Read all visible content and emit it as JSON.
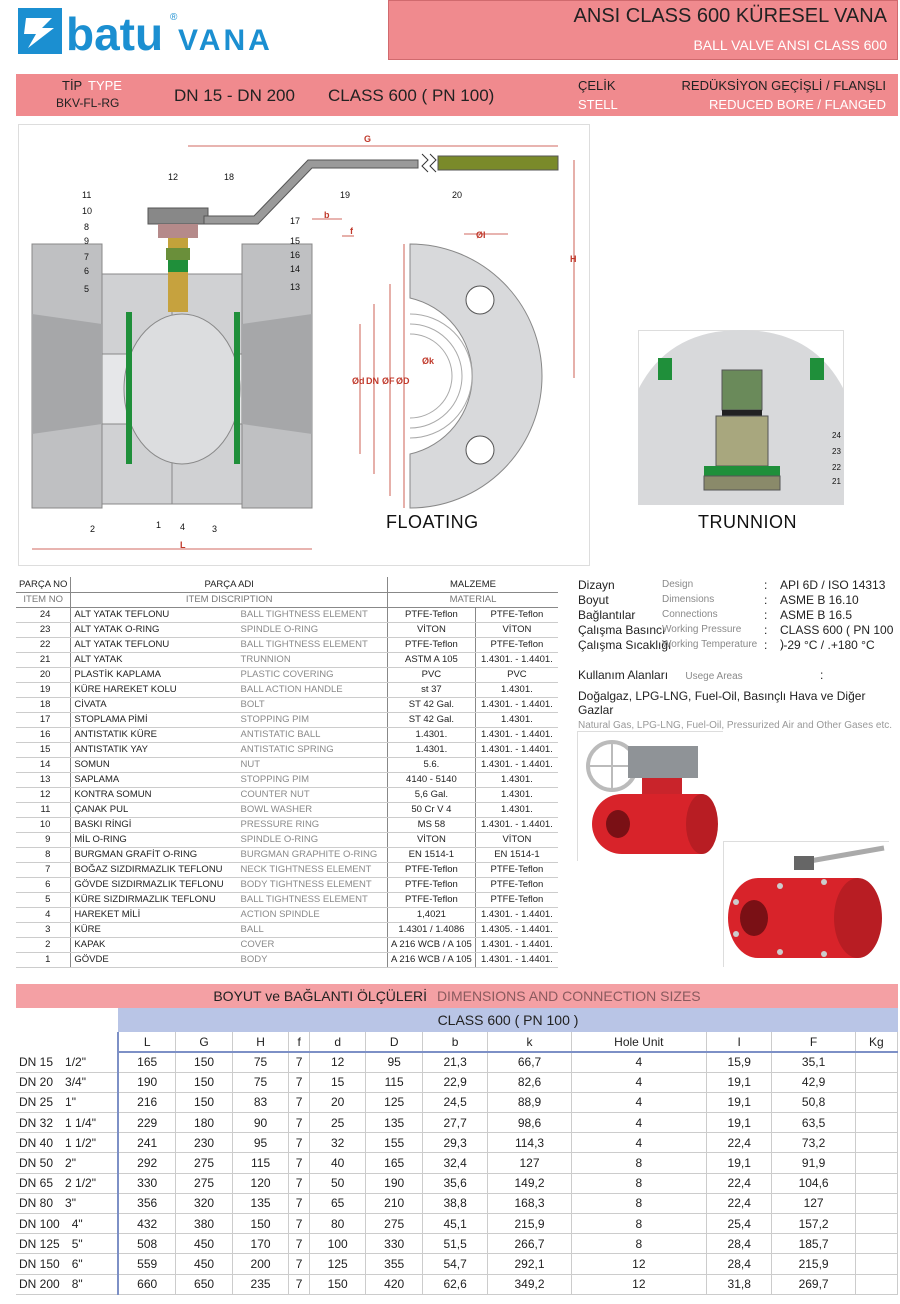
{
  "header": {
    "logo_batu": "batu",
    "logo_reg": "®",
    "logo_vana": "VANA",
    "title_tr": "ANSI CLASS 600 KÜRESEL VANA",
    "title_en": "BALL VALVE ANSI CLASS 600"
  },
  "spec": {
    "tip_label": "TİP",
    "tip_type": "TYPE",
    "code": "BKV-FL-RG",
    "dn_range": "DN 15 - DN 200",
    "class": "CLASS 600 ( PN 100)",
    "celik": "ÇELİK",
    "stell": "STELL",
    "bore_tr": "REDÜKSİYON GEÇİŞLİ  /  FLANŞLI",
    "bore_en": "REDUCED BORE  / FLANGED"
  },
  "drawing": {
    "floating_label": "FLOATING",
    "trunnion_label": "TRUNNION",
    "dim_G": "G",
    "dim_H": "H",
    "dim_L": "L",
    "dim_b": "b",
    "dim_f": "f",
    "dim_d": "Ød",
    "dim_DN": "DN",
    "dim_F": "ØF",
    "dim_D": "ØD",
    "dim_I": "ØI",
    "dim_k": "Øk",
    "callouts_left": [
      "11",
      "10",
      "8",
      "9",
      "7",
      "6",
      "5"
    ],
    "callouts_top": [
      "12",
      "18",
      "19",
      "20"
    ],
    "callouts_right": [
      "17",
      "15",
      "16",
      "14",
      "13"
    ],
    "callouts_bottom": [
      "2",
      "1",
      "4",
      "3"
    ],
    "callouts_trunnion": [
      "24",
      "23",
      "22",
      "21"
    ]
  },
  "parts": {
    "h_no": "PARÇA NO",
    "h_name": "PARÇA ADI",
    "h_mat": "MALZEME",
    "h_no_en": "ITEM NO",
    "h_name_en": "ITEM DISCRIPTION",
    "h_mat_en": "MATERIAL",
    "rows": [
      {
        "no": "24",
        "tr": "ALT YATAK TEFLONU",
        "en": "BALL TIGHTNESS ELEMENT",
        "m1": "PTFE-Teflon",
        "m2": "PTFE-Teflon"
      },
      {
        "no": "23",
        "tr": "ALT YATAK O-RING",
        "en": "SPINDLE O-RING",
        "m1": "VİTON",
        "m2": "VİTON"
      },
      {
        "no": "22",
        "tr": "ALT YATAK TEFLONU",
        "en": "BALL TIGHTNESS ELEMENT",
        "m1": "PTFE-Teflon",
        "m2": "PTFE-Teflon"
      },
      {
        "no": "21",
        "tr": "ALT YATAK",
        "en": "TRUNNION",
        "m1": "ASTM A 105",
        "m2": "1.4301. - 1.4401."
      },
      {
        "no": "20",
        "tr": "PLASTİK KAPLAMA",
        "en": "PLASTIC COVERING",
        "m1": "PVC",
        "m2": "PVC"
      },
      {
        "no": "19",
        "tr": "KÜRE HAREKET KOLU",
        "en": "BALL ACTION HANDLE",
        "m1": "st 37",
        "m2": "1.4301."
      },
      {
        "no": "18",
        "tr": "CİVATA",
        "en": "BOLT",
        "m1": "ST 42 Gal.",
        "m2": "1.4301. - 1.4401."
      },
      {
        "no": "17",
        "tr": "STOPLAMA PİMİ",
        "en": "STOPPING PIM",
        "m1": "ST 42 Gal.",
        "m2": "1.4301."
      },
      {
        "no": "16",
        "tr": "ANTISTATIK KÜRE",
        "en": "ANTISTATIC BALL",
        "m1": "1.4301.",
        "m2": "1.4301. - 1.4401."
      },
      {
        "no": "15",
        "tr": "ANTISTATIK YAY",
        "en": "ANTISTATIC SPRING",
        "m1": "1.4301.",
        "m2": "1.4301. - 1.4401."
      },
      {
        "no": "14",
        "tr": "SOMUN",
        "en": "NUT",
        "m1": "5.6.",
        "m2": "1.4301. - 1.4401."
      },
      {
        "no": "13",
        "tr": "SAPLAMA",
        "en": "STOPPING PIM",
        "m1": "4140 - 5140",
        "m2": "1.4301."
      },
      {
        "no": "12",
        "tr": "KONTRA SOMUN",
        "en": "COUNTER NUT",
        "m1": "5,6 Gal.",
        "m2": "1.4301."
      },
      {
        "no": "11",
        "tr": "ÇANAK PUL",
        "en": "BOWL WASHER",
        "m1": "50 Cr V 4",
        "m2": "1.4301."
      },
      {
        "no": "10",
        "tr": "BASKI RİNGİ",
        "en": "PRESSURE RING",
        "m1": "MS 58",
        "m2": "1.4301. - 1.4401."
      },
      {
        "no": "9",
        "tr": "MİL O-RING",
        "en": "SPINDLE O-RING",
        "m1": "VİTON",
        "m2": "VİTON"
      },
      {
        "no": "8",
        "tr": "BURGMAN GRAFİT O-RING",
        "en": "BURGMAN GRAPHITE O-RING",
        "m1": "EN 1514-1",
        "m2": "EN 1514-1"
      },
      {
        "no": "7",
        "tr": "BOĞAZ SIZDIRMAZLIK TEFLONU",
        "en": "NECK TIGHTNESS ELEMENT",
        "m1": "PTFE-Teflon",
        "m2": "PTFE-Teflon"
      },
      {
        "no": "6",
        "tr": "GÖVDE SIZDIRMAZLIK TEFLONU",
        "en": "BODY TIGHTNESS ELEMENT",
        "m1": "PTFE-Teflon",
        "m2": "PTFE-Teflon"
      },
      {
        "no": "5",
        "tr": "KÜRE SIZDIRMAZLIK TEFLONU",
        "en": "BALL TIGHTNESS ELEMENT",
        "m1": "PTFE-Teflon",
        "m2": "PTFE-Teflon"
      },
      {
        "no": "4",
        "tr": "HAREKET MİLİ",
        "en": "ACTION SPINDLE",
        "m1": "1,4021",
        "m2": "1.4301. - 1.4401."
      },
      {
        "no": "3",
        "tr": "KÜRE",
        "en": "BALL",
        "m1": "1.4301 / 1.4086",
        "m2": "1.4305. - 1.4401."
      },
      {
        "no": "2",
        "tr": "KAPAK",
        "en": "COVER",
        "m1": "A 216 WCB / A 105",
        "m2": "1.4301. - 1.4401."
      },
      {
        "no": "1",
        "tr": "GÖVDE",
        "en": "BODY",
        "m1": "A 216 WCB / A 105",
        "m2": "1.4301. - 1.4401."
      }
    ]
  },
  "info": {
    "rows": [
      {
        "k": "Dizayn",
        "e": "Design",
        "c": ":",
        "v": "API 6D / ISO 14313"
      },
      {
        "k": "Boyut",
        "e": "Dimensions",
        "c": ":",
        "v": "ASME B 16.10"
      },
      {
        "k": "Bağlantılar",
        "e": "Connections",
        "c": ":",
        "v": "ASME B 16.5"
      },
      {
        "k": "Çalışma Basıncı",
        "e": "Working Pressure",
        "c": ":",
        "v": "CLASS 600 ( PN 100 )"
      },
      {
        "k": "Çalışma Sıcaklığı",
        "e": "Working Temperature",
        "c": ":",
        "v": ".-29 °C / .+180 °C"
      }
    ],
    "usage_tr": "Kullanım Alanları",
    "usage_en": "Usege Areas",
    "usage_colon": ":",
    "usage_list_tr": "Doğalgaz, LPG-LNG, Fuel-Oil, Basınçlı Hava ve Diğer Gazlar",
    "usage_list_en": "Natural Gas, LPG-LNG, Fuel-Oil, Pressurized Air and Other Gases etc."
  },
  "dims": {
    "title_tr": "BOYUT ve BAĞLANTI ÖLÇÜLERİ",
    "title_en": "DIMENSIONS AND CONNECTION SIZES",
    "class": "CLASS 600 ( PN 100 )",
    "headers": [
      "L",
      "G",
      "H",
      "f",
      "d",
      "D",
      "b",
      "k",
      "Hole Unit",
      "I",
      "F",
      "Kg"
    ],
    "rows": [
      {
        "dn": "DN 15",
        "inch": "1/2\"",
        "v": [
          "165",
          "150",
          "75",
          "7",
          "12",
          "95",
          "21,3",
          "66,7",
          "4",
          "15,9",
          "35,1",
          ""
        ]
      },
      {
        "dn": "DN 20",
        "inch": "3/4\"",
        "v": [
          "190",
          "150",
          "75",
          "7",
          "15",
          "115",
          "22,9",
          "82,6",
          "4",
          "19,1",
          "42,9",
          ""
        ]
      },
      {
        "dn": "DN 25",
        "inch": "1\"",
        "v": [
          "216",
          "150",
          "83",
          "7",
          "20",
          "125",
          "24,5",
          "88,9",
          "4",
          "19,1",
          "50,8",
          ""
        ]
      },
      {
        "dn": "DN 32",
        "inch": "1 1/4\"",
        "v": [
          "229",
          "180",
          "90",
          "7",
          "25",
          "135",
          "27,7",
          "98,6",
          "4",
          "19,1",
          "63,5",
          ""
        ]
      },
      {
        "dn": "DN 40",
        "inch": "1 1/2\"",
        "v": [
          "241",
          "230",
          "95",
          "7",
          "32",
          "155",
          "29,3",
          "114,3",
          "4",
          "22,4",
          "73,2",
          ""
        ]
      },
      {
        "dn": "DN 50",
        "inch": "2\"",
        "v": [
          "292",
          "275",
          "115",
          "7",
          "40",
          "165",
          "32,4",
          "127",
          "8",
          "19,1",
          "91,9",
          ""
        ]
      },
      {
        "dn": "DN 65",
        "inch": "2 1/2\"",
        "v": [
          "330",
          "275",
          "120",
          "7",
          "50",
          "190",
          "35,6",
          "149,2",
          "8",
          "22,4",
          "104,6",
          ""
        ]
      },
      {
        "dn": "DN 80",
        "inch": "3\"",
        "v": [
          "356",
          "320",
          "135",
          "7",
          "65",
          "210",
          "38,8",
          "168,3",
          "8",
          "22,4",
          "127",
          ""
        ]
      },
      {
        "dn": "DN 100",
        "inch": "4\"",
        "v": [
          "432",
          "380",
          "150",
          "7",
          "80",
          "275",
          "45,1",
          "215,9",
          "8",
          "25,4",
          "157,2",
          ""
        ]
      },
      {
        "dn": "DN 125",
        "inch": "5\"",
        "v": [
          "508",
          "450",
          "170",
          "7",
          "100",
          "330",
          "51,5",
          "266,7",
          "8",
          "28,4",
          "185,7",
          ""
        ]
      },
      {
        "dn": "DN 150",
        "inch": "6\"",
        "v": [
          "559",
          "450",
          "200",
          "7",
          "125",
          "355",
          "54,7",
          "292,1",
          "12",
          "28,4",
          "215,9",
          ""
        ]
      },
      {
        "dn": "DN 200",
        "inch": "8\"",
        "v": [
          "660",
          "650",
          "235",
          "7",
          "150",
          "420",
          "62,6",
          "349,2",
          "12",
          "31,8",
          "269,7",
          ""
        ]
      }
    ]
  },
  "colors": {
    "accent_pink": "#f08a8e",
    "logo_blue": "#1b8fd1",
    "valve_red": "#d8232a",
    "seal_green": "#1f8f3a",
    "table_blue": "#b9c5e6"
  }
}
